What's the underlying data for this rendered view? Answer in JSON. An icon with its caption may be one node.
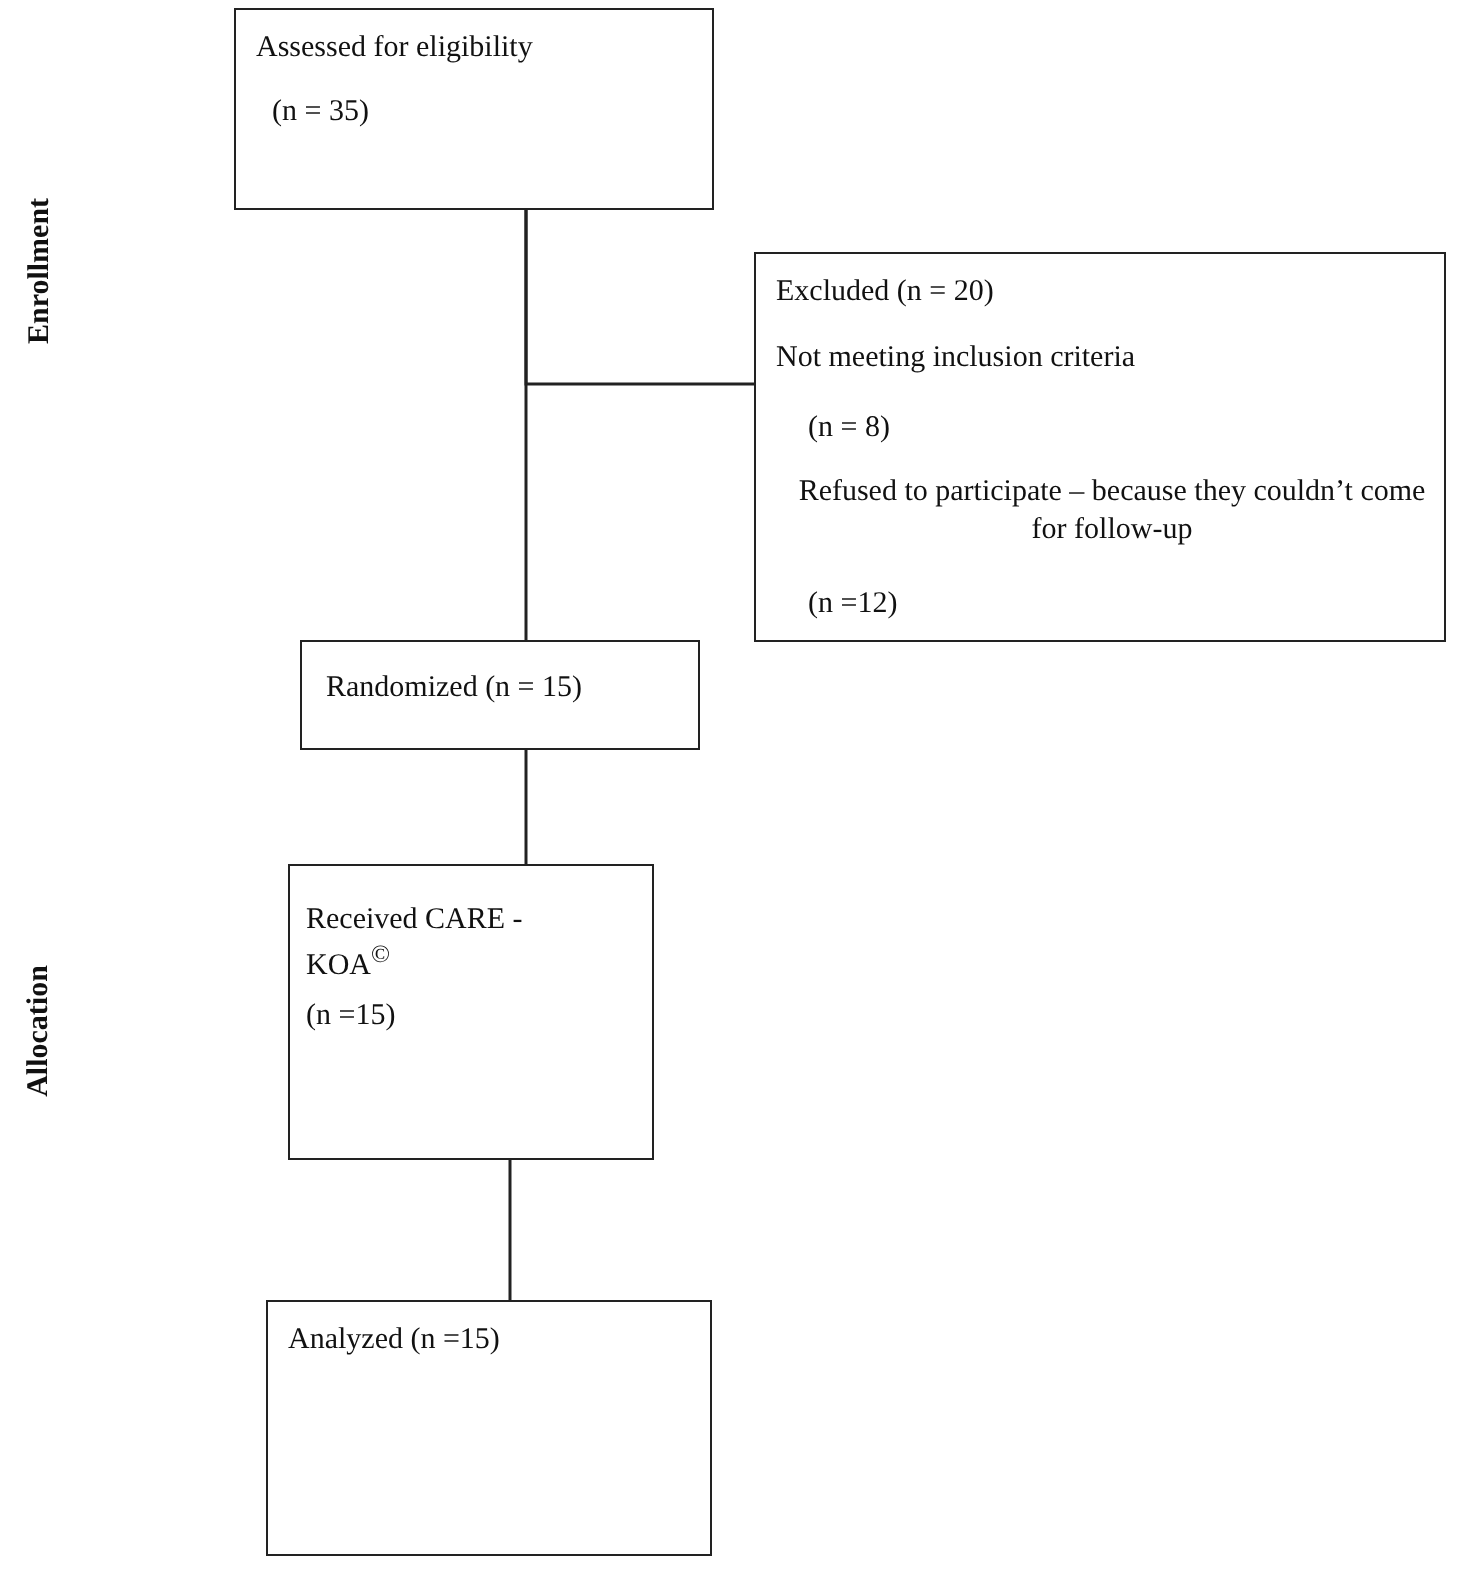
{
  "diagram": {
    "nodes": [
      {
        "text": [
          "Assessed for eligibility",
          "(n = 35)"
        ]
      },
      {
        "text": [
          "Excluded (n = 20)",
          "Not meeting inclusion criteria",
          "(n = 8)",
          "Refused to participate – because they couldn’t come for follow-up",
          "(n =12)"
        ]
      },
      {
        "text": [
          "Randomized (n = 15)"
        ]
      },
      {
        "text": [
          "Received CARE - KOA$^{©}$",
          "(n =15)"
        ]
      },
      {
        "text": [
          "Analyzed (n =15)"
        ]
      }
    ],
    "edges": [
      {
        "from": 0,
        "to": 1,
        "arrow": "none"
      },
      {
        "from": 0,
        "to": 2,
        "arrow": "none"
      },
      {
        "from": 2,
        "to": 3,
        "arrow": "none"
      },
      {
        "from": 3,
        "to": 4,
        "arrow": "none"
      }
    ],
    "labels": [
      "Enrollment",
      "Allocation"
    ]
  }
}
